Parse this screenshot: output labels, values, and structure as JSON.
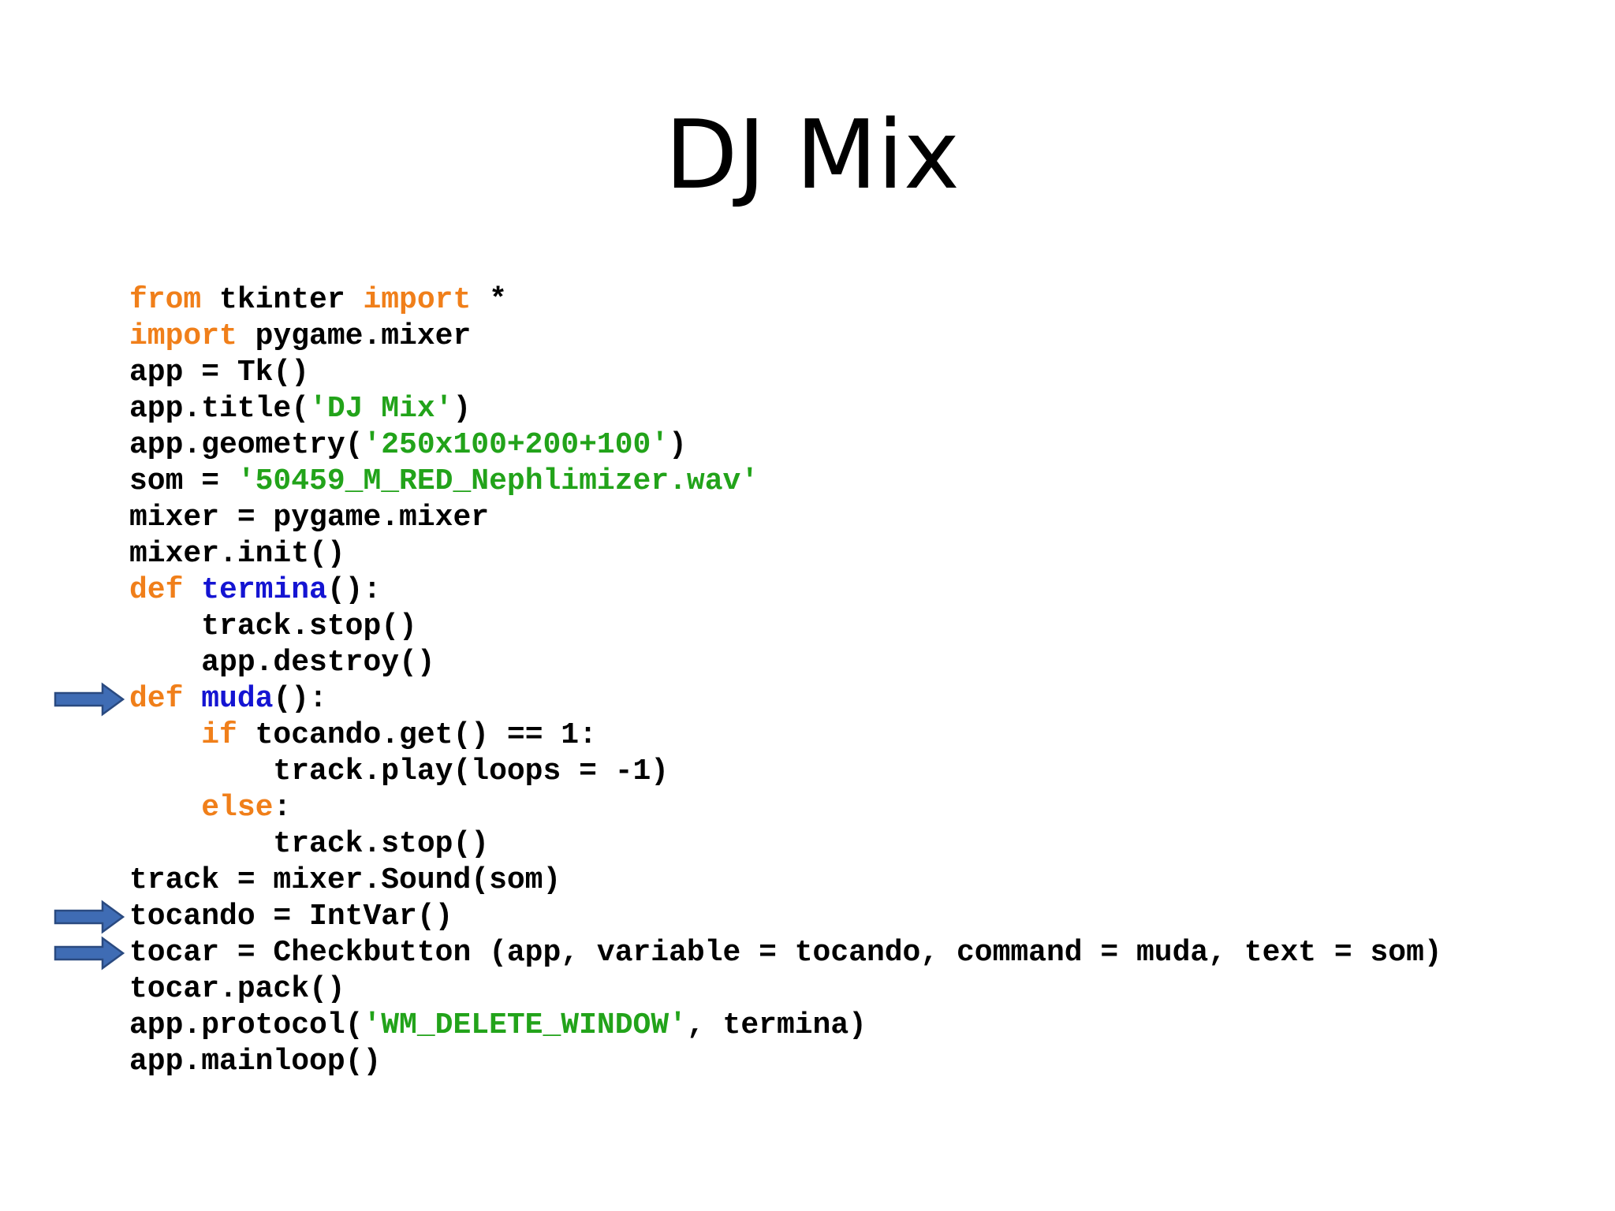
{
  "slide": {
    "title": "DJ Mix"
  },
  "colors": {
    "text": "#000000",
    "keyword": "#f07f1a",
    "function_name": "#1414d2",
    "string": "#22a31a",
    "arrow_fill": "#3f6cb4",
    "arrow_stroke": "#2a4a80"
  },
  "code": {
    "lines": [
      {
        "tokens": [
          {
            "t": "from",
            "c": "keyword"
          },
          {
            "t": " tkinter ",
            "c": "text"
          },
          {
            "t": "import",
            "c": "keyword"
          },
          {
            "t": " *",
            "c": "text"
          }
        ]
      },
      {
        "tokens": [
          {
            "t": "import",
            "c": "keyword"
          },
          {
            "t": " pygame.mixer",
            "c": "text"
          }
        ]
      },
      {
        "tokens": [
          {
            "t": "app = Tk()",
            "c": "text"
          }
        ]
      },
      {
        "tokens": [
          {
            "t": "app.title(",
            "c": "text"
          },
          {
            "t": "'DJ Mix'",
            "c": "string"
          },
          {
            "t": ")",
            "c": "text"
          }
        ]
      },
      {
        "tokens": [
          {
            "t": "app.geometry(",
            "c": "text"
          },
          {
            "t": "'250x100+200+100'",
            "c": "string"
          },
          {
            "t": ")",
            "c": "text"
          }
        ]
      },
      {
        "tokens": [
          {
            "t": "som = ",
            "c": "text"
          },
          {
            "t": "'50459_M_RED_Nephlimizer.wav'",
            "c": "string"
          }
        ]
      },
      {
        "tokens": [
          {
            "t": "mixer = pygame.mixer",
            "c": "text"
          }
        ]
      },
      {
        "tokens": [
          {
            "t": "mixer.init()",
            "c": "text"
          }
        ]
      },
      {
        "tokens": [
          {
            "t": "def",
            "c": "keyword"
          },
          {
            "t": " ",
            "c": "text"
          },
          {
            "t": "termina",
            "c": "function_name"
          },
          {
            "t": "():",
            "c": "text"
          }
        ]
      },
      {
        "tokens": [
          {
            "t": "    track.stop()",
            "c": "text"
          }
        ]
      },
      {
        "tokens": [
          {
            "t": "    app.destroy()",
            "c": "text"
          }
        ]
      },
      {
        "tokens": [
          {
            "t": "def",
            "c": "keyword"
          },
          {
            "t": " ",
            "c": "text"
          },
          {
            "t": "muda",
            "c": "function_name"
          },
          {
            "t": "():",
            "c": "text"
          }
        ],
        "arrow": true
      },
      {
        "tokens": [
          {
            "t": "    ",
            "c": "text"
          },
          {
            "t": "if",
            "c": "keyword"
          },
          {
            "t": " tocando.get() == 1:",
            "c": "text"
          }
        ]
      },
      {
        "tokens": [
          {
            "t": "        track.play(loops = -1)",
            "c": "text"
          }
        ]
      },
      {
        "tokens": [
          {
            "t": "    ",
            "c": "text"
          },
          {
            "t": "else",
            "c": "keyword"
          },
          {
            "t": ":",
            "c": "text"
          }
        ]
      },
      {
        "tokens": [
          {
            "t": "        track.stop()",
            "c": "text"
          }
        ]
      },
      {
        "tokens": [
          {
            "t": "track = mixer.Sound(som)",
            "c": "text"
          }
        ]
      },
      {
        "tokens": [
          {
            "t": "tocando = IntVar()",
            "c": "text"
          }
        ],
        "arrow": true
      },
      {
        "tokens": [
          {
            "t": "tocar = Checkbutton (app, variable = tocando, command = muda, text = som)",
            "c": "text"
          }
        ],
        "arrow": true
      },
      {
        "tokens": [
          {
            "t": "tocar.pack()",
            "c": "text"
          }
        ]
      },
      {
        "tokens": [
          {
            "t": "app.protocol(",
            "c": "text"
          },
          {
            "t": "'WM_DELETE_WINDOW'",
            "c": "string"
          },
          {
            "t": ", termina)",
            "c": "text"
          }
        ]
      },
      {
        "tokens": [
          {
            "t": "app.mainloop()",
            "c": "text"
          }
        ]
      }
    ]
  }
}
